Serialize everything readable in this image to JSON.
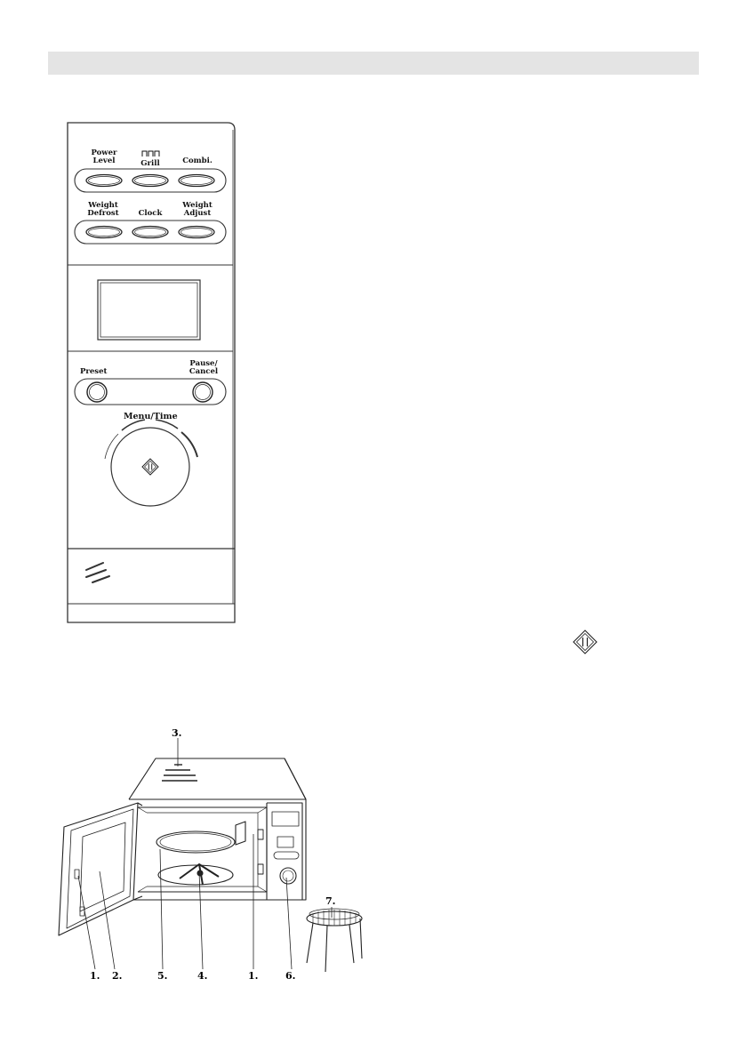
{
  "panel": {
    "row1": [
      {
        "line1": "Power",
        "line2": "Level"
      },
      {
        "line1": "",
        "line2": "Grill",
        "grill_symbol": true
      },
      {
        "line1": "",
        "line2": "Combi."
      }
    ],
    "row2": [
      {
        "line1": "Weight",
        "line2": "Defrost"
      },
      {
        "line1": "",
        "line2": "Clock"
      },
      {
        "line1": "Weight",
        "line2": "Adjust"
      }
    ],
    "preset_label": "Preset",
    "pause_line1": "Pause/",
    "pause_line2": "Cancel",
    "dial_label": "Menu/Time",
    "dial_icon": "start-diamond-icon"
  },
  "legend_icon": "start-diamond-icon",
  "callouts": {
    "door_seal_left": "1.",
    "door_window": "2.",
    "top_vent": "3.",
    "turntable_support": "4.",
    "glass_tray": "5.",
    "door_seal_right": "1.",
    "control_panel": "6.",
    "grill_rack": "7."
  }
}
